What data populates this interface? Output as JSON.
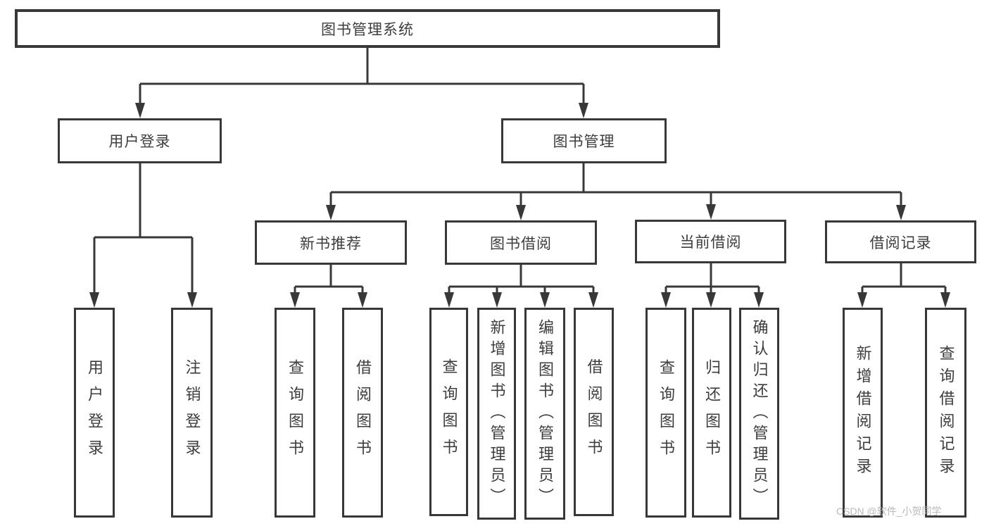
{
  "tree": {
    "root": {
      "label": "图书管理系统"
    },
    "login": {
      "label": "用户登录",
      "children": [
        {
          "label": "用户登录"
        },
        {
          "label": "注销登录"
        }
      ]
    },
    "mgmt": {
      "label": "图书管理"
    },
    "groups": [
      {
        "label": "新书推荐",
        "children": [
          {
            "label": "查询图书"
          },
          {
            "label": "借阅图书"
          }
        ]
      },
      {
        "label": "图书借阅",
        "children": [
          {
            "label": "查询图书"
          },
          {
            "label": "新增图书（管理员）"
          },
          {
            "label": "编辑图书（管理员）"
          },
          {
            "label": "借阅图书"
          }
        ]
      },
      {
        "label": "当前借阅",
        "children": [
          {
            "label": "查询图书"
          },
          {
            "label": "归还图书"
          },
          {
            "label": "确认归还（管理员）"
          }
        ]
      },
      {
        "label": "借阅记录",
        "children": [
          {
            "label": "新增借阅记录"
          },
          {
            "label": "查询借阅记录"
          }
        ]
      }
    ]
  },
  "watermark": {
    "text": "CSDN @软件_小贺同学"
  },
  "colors": {
    "line": "#383838",
    "text": "#3d3d3d",
    "watermark_gray": "#b9b9b9",
    "background": "#ffffff"
  }
}
